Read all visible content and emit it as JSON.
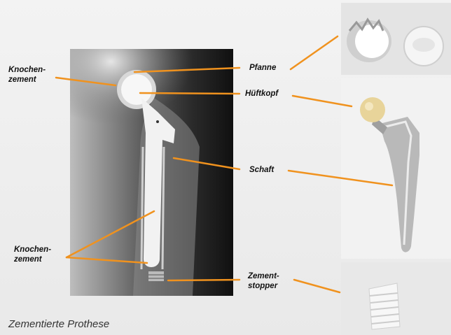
{
  "labels": {
    "knochenzement_top": "Knochen-\nzement",
    "pfanne": "Pfanne",
    "hueftkopf": "Hüftkopf",
    "schaft": "Schaft",
    "knochenzement_bottom": "Knochen-\nzement",
    "zementstopper": "Zement-\nstopper"
  },
  "caption": "Zementierte Prothese",
  "colors": {
    "leader_line": "#f0921e",
    "background": "#eeeeee",
    "xray_dark": "#151515",
    "head_ceramic": "#e8d49a"
  },
  "panels": [
    "xray-image",
    "cup-photo",
    "stem-photo",
    "stopper-photo"
  ]
}
